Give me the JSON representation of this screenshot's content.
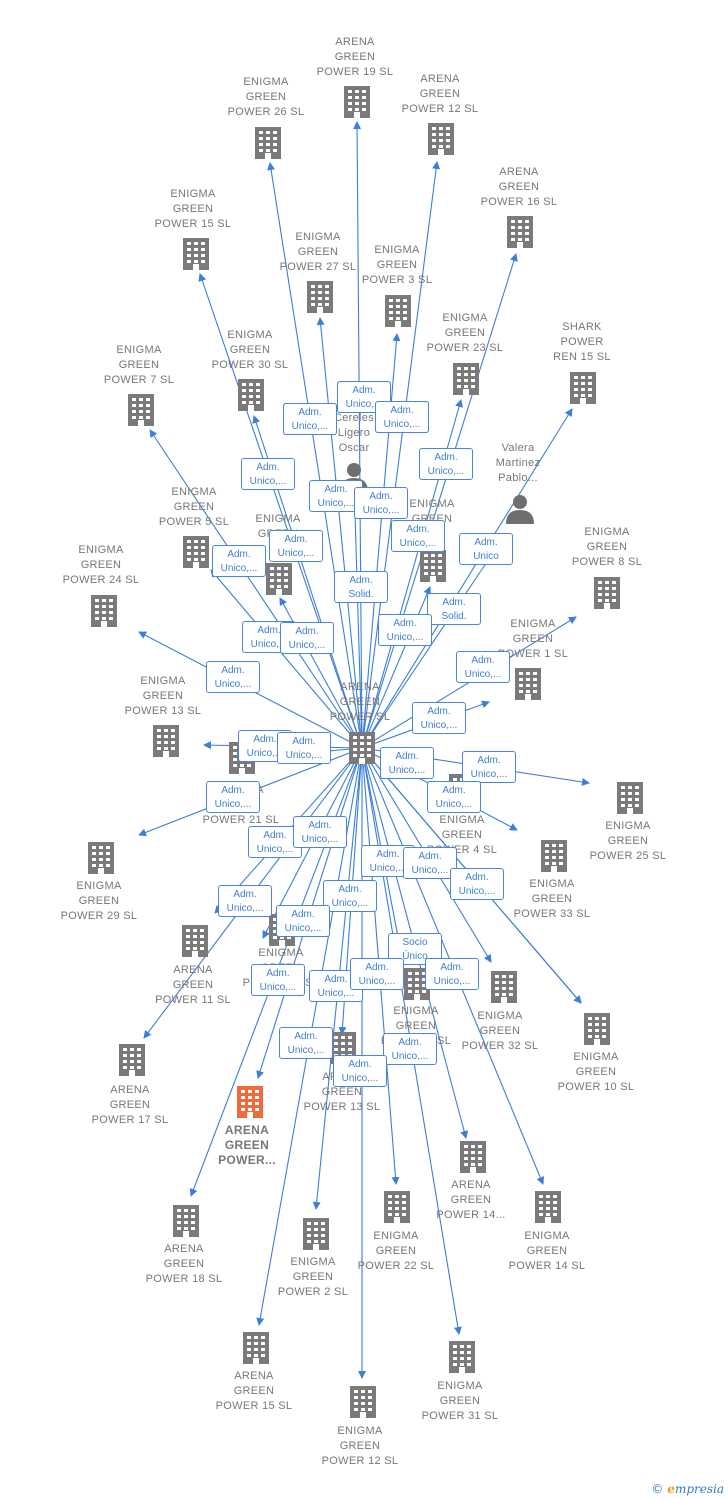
{
  "colors": {
    "edge": "#3b7fd8",
    "building": "#7a7a7a",
    "highlight": "#f06a3b",
    "person": "#6f6f6f"
  },
  "center": {
    "label": "ARENA\nGREEN\nPOWER SL"
  },
  "nodes": [
    {
      "label": "ARENA\nGREEN\nPOWER 19 SL",
      "icon": "building-icon"
    },
    {
      "label": "ARENA\nGREEN\nPOWER 12 SL",
      "icon": "building-icon"
    },
    {
      "label": "ENIGMA\nGREEN\nPOWER 26 SL",
      "icon": "building-icon"
    },
    {
      "label": "ARENA\nGREEN\nPOWER 16 SL",
      "icon": "building-icon"
    },
    {
      "label": "ENIGMA\nGREEN\nPOWER 15 SL",
      "icon": "building-icon"
    },
    {
      "label": "ENIGMA\nGREEN\nPOWER 27 SL",
      "icon": "building-icon"
    },
    {
      "label": "ENIGMA\nGREEN\nPOWER 3 SL",
      "icon": "building-icon"
    },
    {
      "label": "ENIGMA\nGREEN\nPOWER 23 SL",
      "icon": "building-icon"
    },
    {
      "label": "SHARK\nPOWER\nREN 15 SL",
      "icon": "building-icon"
    },
    {
      "label": "ENIGMA\nGREEN\nPOWER 30 SL",
      "icon": "building-icon"
    },
    {
      "label": "ENIGMA\nGREEN\nPOWER 7 SL",
      "icon": "building-icon"
    },
    {
      "label": "Cereles\nLigero\nOscar",
      "icon": "person-icon"
    },
    {
      "label": "Valera\nMartinez\nPablo...",
      "icon": "person-icon"
    },
    {
      "label": "ENIGMA\nGREEN\nPOWER 5 SL",
      "icon": "building-icon"
    },
    {
      "label": "ENIGMA\nGREEN",
      "icon": "building-icon"
    },
    {
      "label": "ENIGMA\nGREEN",
      "icon": "building-icon"
    },
    {
      "label": "ENIGMA\nGREEN\nPOWER 8 SL",
      "icon": "building-icon"
    },
    {
      "label": "ENIGMA\nGREEN\nPOWER 24 SL",
      "icon": "building-icon"
    },
    {
      "label": "ENIGMA\nGREEN\nPOWER 1 SL",
      "icon": "building-icon"
    },
    {
      "label": "ENIGMA\nGREEN\nPOWER 13 SL",
      "icon": "building-icon"
    },
    {
      "label": "ENIGMA\nGREEN\nPOWER 21 SL",
      "icon": "building-icon"
    },
    {
      "label": "ENIGMA\nGREEN\nPOWER 25 SL",
      "icon": "building-icon"
    },
    {
      "label": "ENIGMA\nGREEN\nPOWER 4 SL",
      "icon": "building-icon"
    },
    {
      "label": "ENIGMA\nGREEN\nPOWER 29 SL",
      "icon": "building-icon"
    },
    {
      "label": "ENIGMA\nGREEN\nPOWER 33 SL",
      "icon": "building-icon"
    },
    {
      "label": "ARENA\nGREEN\nPOWER 11 SL",
      "icon": "building-icon"
    },
    {
      "label": "ENIGMA\nGREEN\nPOWER 28 SL",
      "icon": "building-icon"
    },
    {
      "label": "ENIGMA\nGREEN\nPOWER 32 SL",
      "icon": "building-icon"
    },
    {
      "label": "ENIGMA\nGREEN\nPOWER 10 SL",
      "icon": "building-icon"
    },
    {
      "label": "ENIGMA\nGREEN\nPOWER 6 SL",
      "icon": "building-icon"
    },
    {
      "label": "ARENA\nGREEN\nPOWER 17 SL",
      "icon": "building-icon"
    },
    {
      "label": "ARENA\nGREEN\nPOWER 13 SL",
      "icon": "building-icon"
    },
    {
      "label": "ARENA\nGREEN\nPOWER...",
      "icon": "building-icon",
      "highlight": true
    },
    {
      "label": "ARENA\nGREEN\nPOWER 14...",
      "icon": "building-icon"
    },
    {
      "label": "ARENA\nGREEN\nPOWER 18 SL",
      "icon": "building-icon"
    },
    {
      "label": "ENIGMA\nGREEN\nPOWER 22 SL",
      "icon": "building-icon"
    },
    {
      "label": "ENIGMA\nGREEN\nPOWER 14 SL",
      "icon": "building-icon"
    },
    {
      "label": "ENIGMA\nGREEN\nPOWER 2 SL",
      "icon": "building-icon"
    },
    {
      "label": "ARENA\nGREEN\nPOWER 15 SL",
      "icon": "building-icon"
    },
    {
      "label": "ENIGMA\nGREEN\nPOWER 31 SL",
      "icon": "building-icon"
    },
    {
      "label": "ENIGMA\nGREEN\nPOWER 12 SL",
      "icon": "building-icon"
    }
  ],
  "edge_labels": [
    "Socio\nÚnico",
    "Adm.\nUnico,...",
    "Adm.\nUnico,...",
    "Adm.\nUnico,...",
    "Adm.\nUnico,...",
    "Adm.\nUnico,...",
    "Adm.\nUnico,...",
    "Adm.\nUnico,...",
    "Adm.\nUnico",
    "Adm.\nUnico,...",
    "Adm.\nUnico,...",
    "Adm.\nSolid.",
    "Adm.\nSolid.",
    "Adm.\nUnico,...",
    "Adm.\nUnico,...",
    "Adm.\nUnico,...",
    "Adm.\nUnico,...",
    "Adm.\nUnico,...",
    "Adm.\nUnico,...",
    "Adm.\nUnico,...",
    "Adm.\nUnico,...",
    "Adm.\nUnico,...",
    "Adm.\nUnico,...",
    "Adm.\nUnico,...",
    "Adm.\nUnico,...",
    "Adm.\nUnico,...",
    "Adm.\nUnico,...",
    "Adm.\nUnico,...",
    "Adm.\nUnico,...",
    "Adm.\nUnico,...",
    "Adm.\nUnico,...",
    "Adm.\nUnico,...",
    "Adm.\nUnico,...",
    "Adm.\nUnico,...",
    "Socio\nÚnico",
    "Adm.\nUnico,...",
    "Adm.\nUnico,...",
    "Adm.\nUnico,...",
    "Adm.\nUnico,...",
    "Adm.\nUnico,...",
    "Adm.\nUnico,...",
    "Adm.\nUnico,...",
    "Adm.\nUnico,...",
    "Adm.\nUnico,..."
  ],
  "footer": {
    "copyright": "©",
    "brand_initial": "e",
    "brand": "mpresia"
  }
}
